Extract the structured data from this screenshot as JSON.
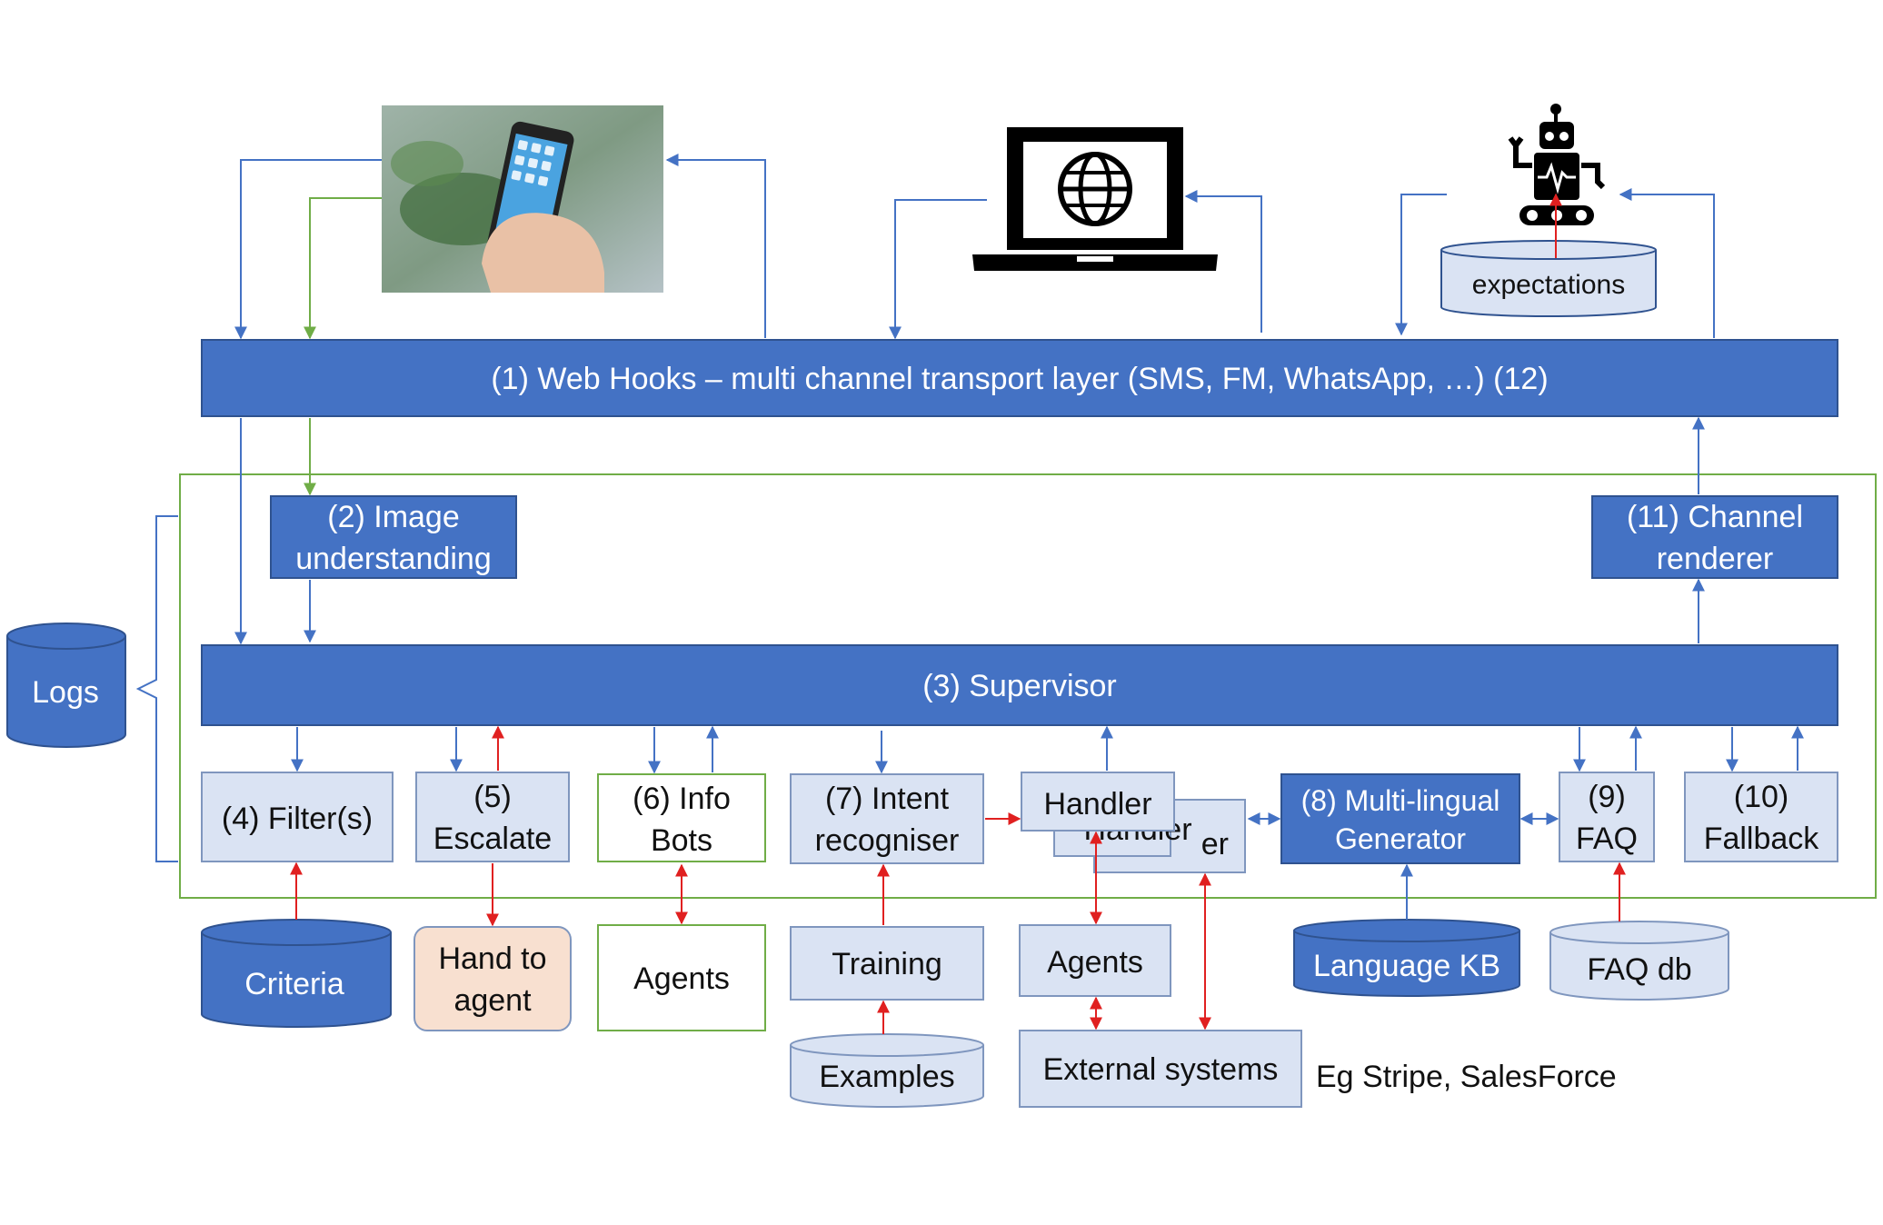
{
  "colors": {
    "primary_blue": "#4472C4",
    "primary_blue_border": "#2F528F",
    "light_box": "#DAE3F3",
    "light_box_border": "#7F96BE",
    "green_border": "#70AD47",
    "peach": "#F8E0D0",
    "arrow_blue": "#4472C4",
    "arrow_green": "#70AD47",
    "arrow_red": "#E02020",
    "cylinder_light": "#DAE3F3"
  },
  "icons": {
    "phone": "smartphone-photo-icon",
    "laptop": "laptop-globe-icon",
    "robot": "robot-icon"
  },
  "transport_layer": {
    "label": "(1) Web Hooks – multi channel transport layer (SMS, FM, WhatsApp, …) (12)"
  },
  "image_understanding": {
    "line1": "(2) Image",
    "line2": "understanding"
  },
  "channel_renderer": {
    "line1": "(11) Channel",
    "line2": "renderer"
  },
  "supervisor": {
    "label": "(3) Supervisor"
  },
  "logs": {
    "label": "Logs"
  },
  "expectations": {
    "label": "expectations"
  },
  "modules": {
    "filters": {
      "label": "(4) Filter(s)"
    },
    "escalate": {
      "line1": "(5)",
      "line2": "Escalate"
    },
    "info_bots": {
      "line1": "(6) Info",
      "line2": "Bots"
    },
    "intent": {
      "line1": "(7) Intent",
      "line2": "recogniser"
    },
    "handler_front": {
      "label": "Handler"
    },
    "handler_mid": {
      "label": "Handler"
    },
    "handler_back": {
      "label": "er"
    },
    "generator": {
      "line1": "(8) Multi-lingual",
      "line2": "Generator"
    },
    "faq": {
      "line1": "(9)",
      "line2": "FAQ"
    },
    "fallback": {
      "line1": "(10)",
      "line2": "Fallback"
    }
  },
  "resources": {
    "criteria": {
      "label": "Criteria"
    },
    "hand_to_agent": {
      "line1": "Hand to",
      "line2": "agent"
    },
    "agents_info": {
      "label": "Agents"
    },
    "training": {
      "label": "Training"
    },
    "examples": {
      "label": "Examples"
    },
    "agents_handler": {
      "label": "Agents"
    },
    "external_systems": {
      "label": "External systems"
    },
    "external_note": {
      "label": "Eg Stripe, SalesForce"
    },
    "language_kb": {
      "label": "Language KB"
    },
    "faq_db": {
      "label": "FAQ db"
    }
  }
}
